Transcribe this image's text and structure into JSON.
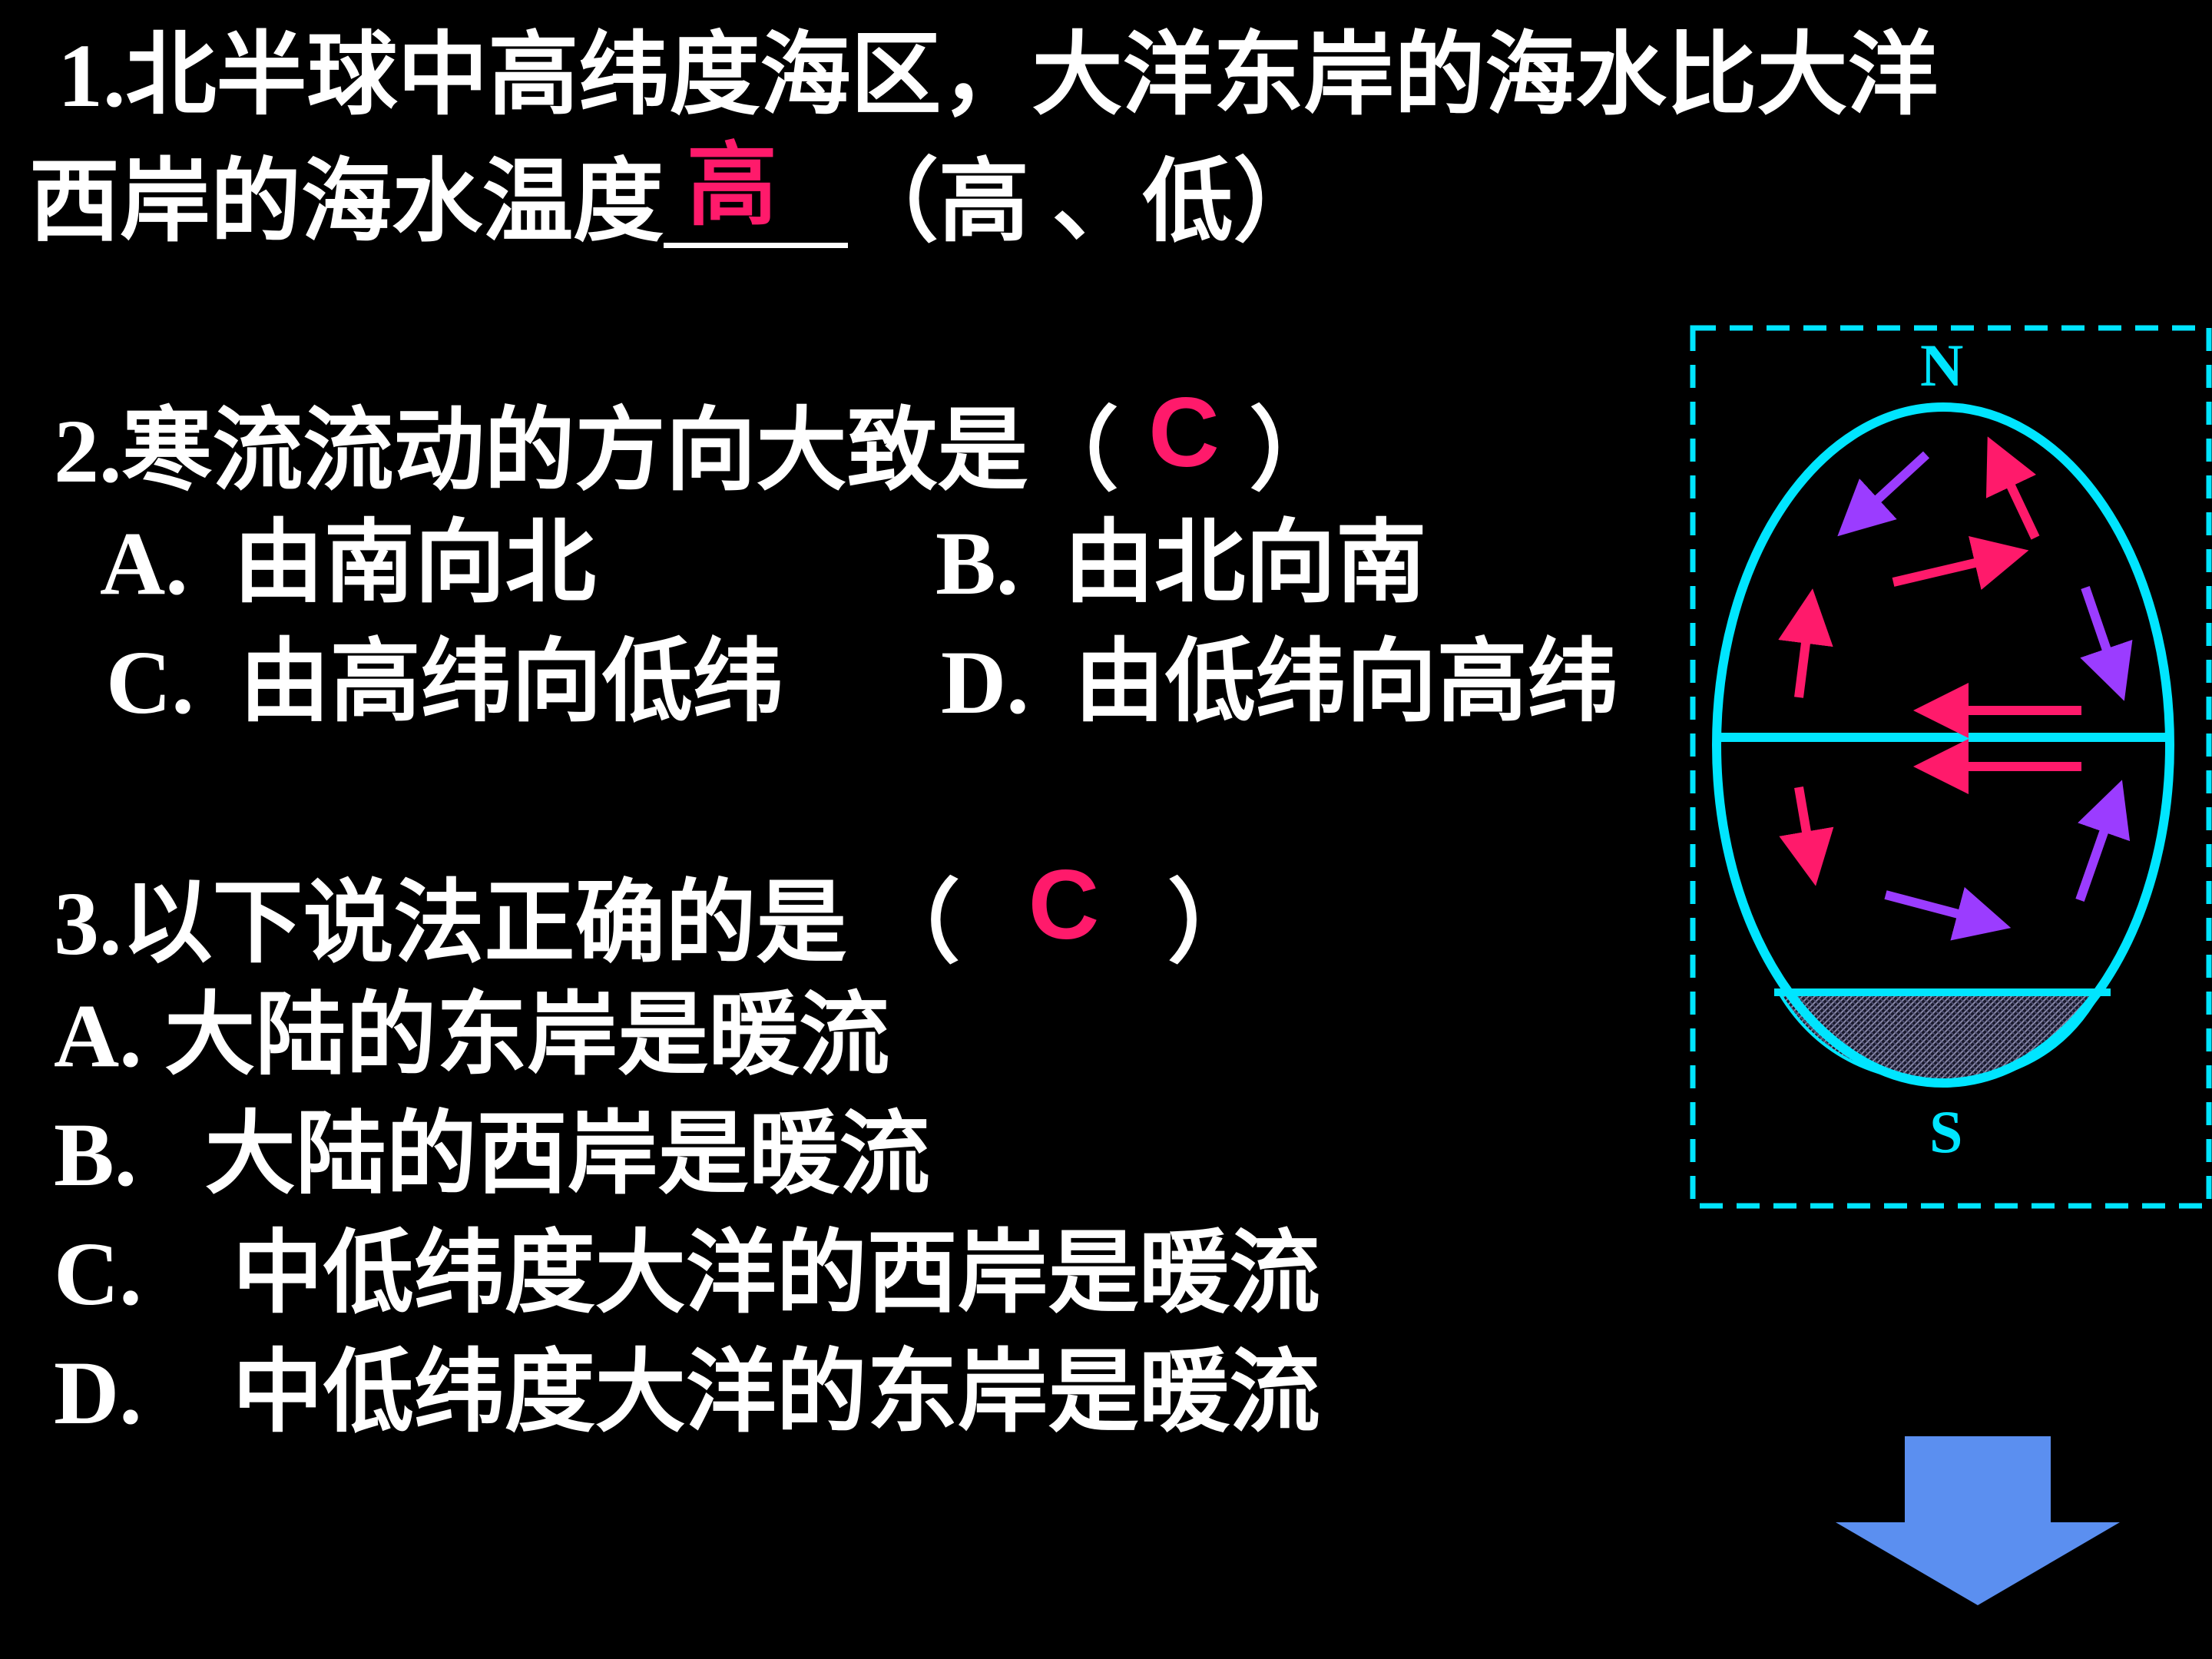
{
  "q1": {
    "line1": "1.北半球中高纬度海区，大洋东岸的海水比大洋",
    "line2_prefix": "西岸的海水温度",
    "answer": "高",
    "line2_suffix": "（高 、低）"
  },
  "q2": {
    "stem_prefix": "2.寒流流动的方向大致是（",
    "answer": "C",
    "stem_suffix": "）",
    "options": [
      {
        "key": "A.",
        "text": "由南向北"
      },
      {
        "key": "B.",
        "text": "由北向南"
      },
      {
        "key": "C.",
        "text": "由高纬向低纬"
      },
      {
        "key": "D.",
        "text": "由低纬向高纬"
      }
    ]
  },
  "q3": {
    "stem_prefix": "3.以下说法正确的是 （",
    "answer": "C",
    "stem_suffix": "）",
    "options": [
      {
        "key": "A.",
        "text": "大陆的东岸是暖流"
      },
      {
        "key": "B.",
        "text": "大陆的西岸是暖流"
      },
      {
        "key": "C.",
        "text": "中低纬度大洋的西岸是暖流"
      },
      {
        "key": "D.",
        "text": "中低纬度大洋的东岸是暖流"
      }
    ]
  },
  "diagram": {
    "north_label": "N",
    "south_label": "S",
    "frame_color": "#00e5ff",
    "warm_current_color": "#ff1a6b",
    "cold_current_color": "#9b3cff"
  },
  "nav": {
    "icon": "down-arrow-icon",
    "color": "#5b8ff0"
  }
}
